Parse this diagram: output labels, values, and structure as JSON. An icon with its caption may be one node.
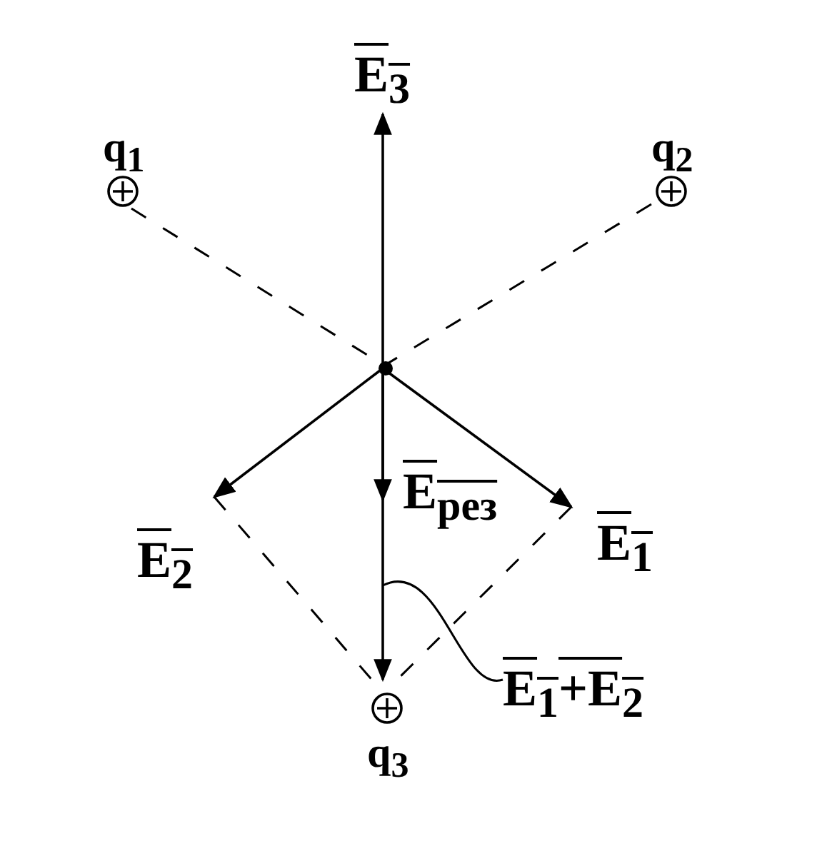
{
  "diagram": {
    "nodes": [
      {
        "text": [
          "q$_{1}$"
        ]
      },
      {
        "text": [
          "q$_{2}$"
        ]
      },
      {
        "text": [
          "q$_{3}$"
        ]
      },
      {
        "text": [],
        "shape": "circle"
      },
      {
        "text": [
          "E$_{1}$+E$_{2}$"
        ]
      }
    ],
    "edges": [
      {
        "from": 0,
        "to": 3,
        "arrow": "none",
        "style": "dashed"
      },
      {
        "from": 1,
        "to": 3,
        "arrow": "none",
        "style": "dashed"
      },
      {
        "from": 4,
        "to": null,
        "arrow": "none"
      }
    ],
    "labels": [
      "E$_{3}$",
      "E$_{1}$",
      "E$_{2}$",
      "E$_{рез}$"
    ]
  }
}
